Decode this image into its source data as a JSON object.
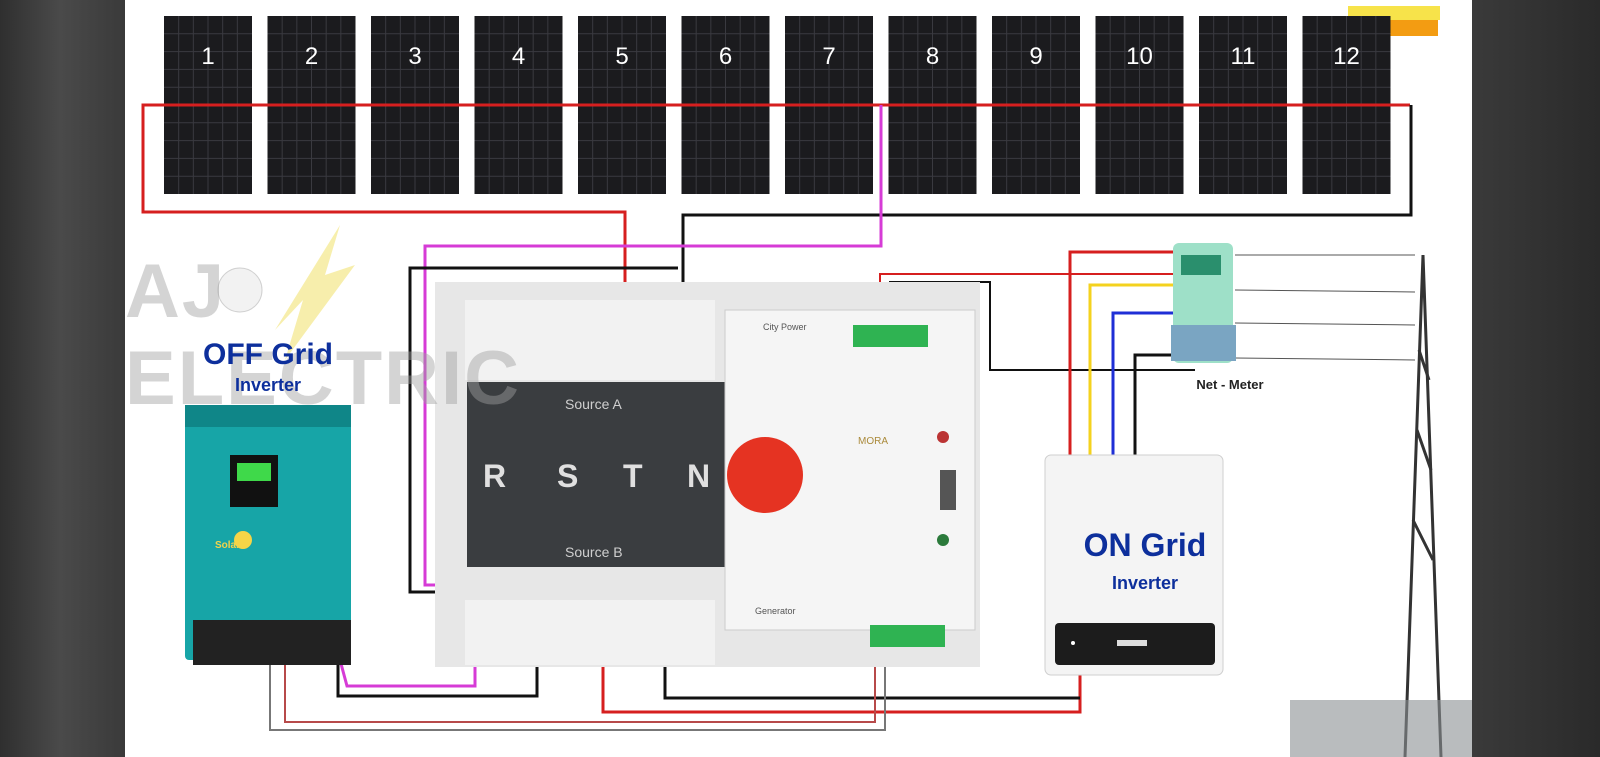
{
  "panels": [
    "1",
    "2",
    "3",
    "4",
    "5",
    "6",
    "7",
    "8",
    "9",
    "10",
    "11",
    "12"
  ],
  "watermark": "AJ ELECTRIC",
  "off_grid": {
    "title": "OFF Grid",
    "subtitle": "Inverter",
    "brand": "Solar"
  },
  "on_grid": {
    "title": "ON Grid",
    "subtitle": "Inverter"
  },
  "net_meter": {
    "label": "Net - Meter"
  },
  "ats": {
    "source_a": "Source A",
    "source_b": "Source B",
    "phases": [
      "R",
      "S",
      "T",
      "N"
    ],
    "city_power": "City Power",
    "generator": "Generator",
    "brand": "MORA"
  },
  "colors": {
    "red": "#d61f1f",
    "black": "#111111",
    "magenta": "#d63bd6",
    "yellow": "#f4d21e",
    "blue": "#1f2fd6",
    "title_blue": "#0d2f9c",
    "inverter_teal": "#1aa3a3"
  }
}
